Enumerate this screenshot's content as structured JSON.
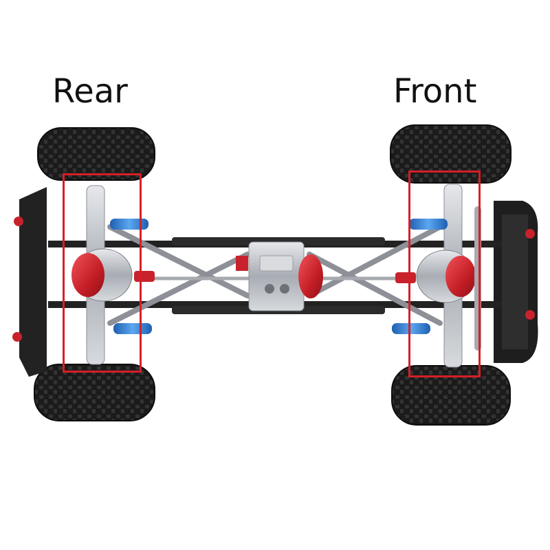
{
  "labels": {
    "rear": "Rear",
    "front": "Front"
  },
  "colors": {
    "highlight": "#d61f26",
    "tire": "#1a1a1a",
    "frame": "#2a2a2a",
    "accent_red": "#c8232c",
    "shock_blue": "#2f7fd6",
    "metal": "#b9bcc1"
  },
  "icons": {
    "vehicle": "rc-crawler-chassis"
  }
}
